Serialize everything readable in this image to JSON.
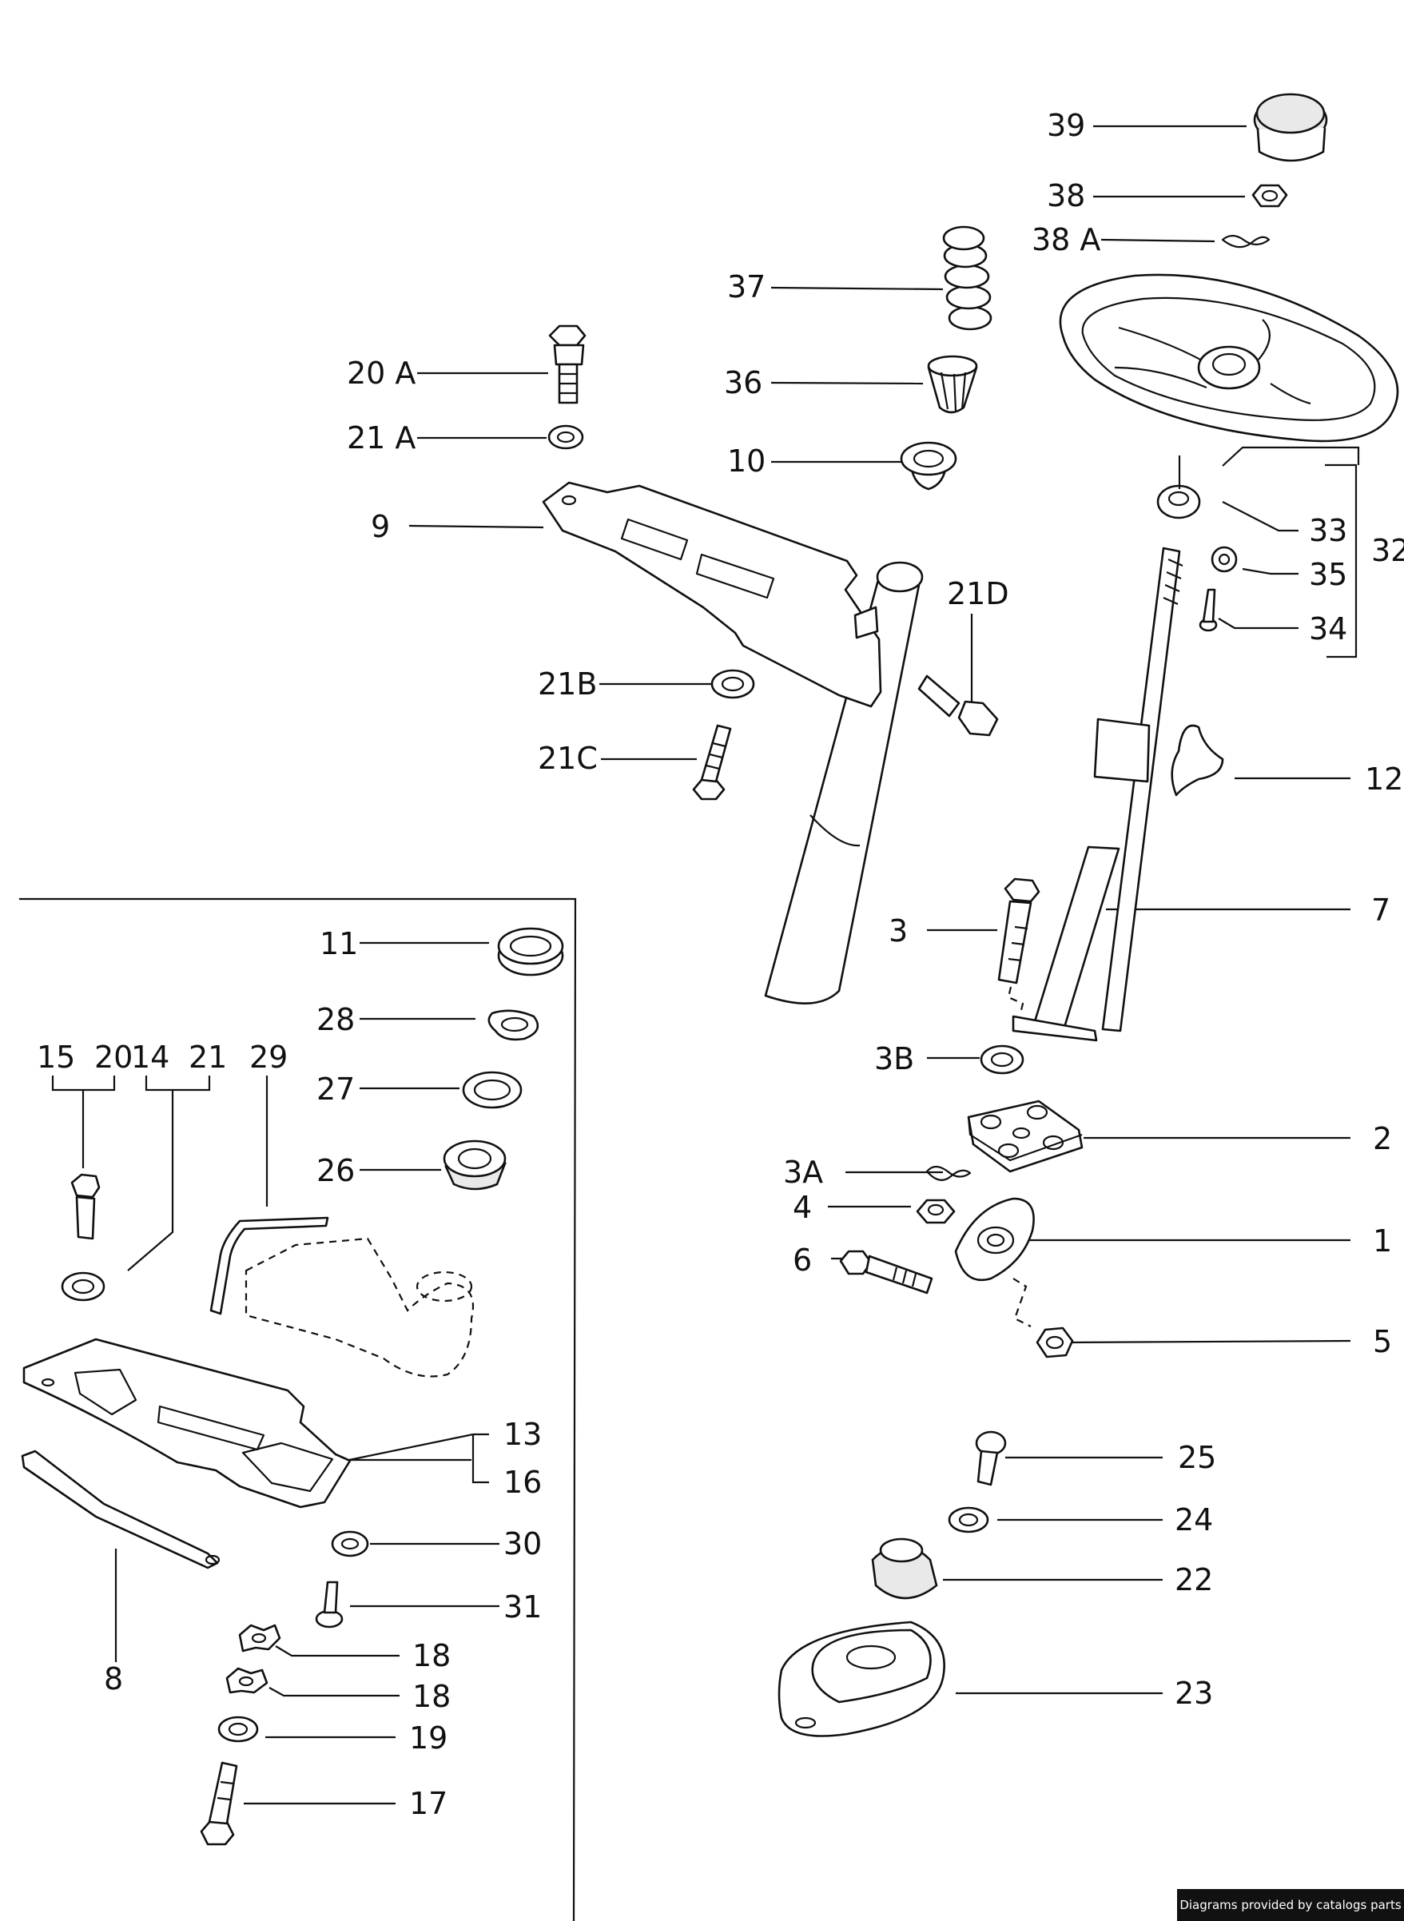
{
  "labels": {
    "l39": "39",
    "l38": "38",
    "l38a": "38 A",
    "l37": "37",
    "l36": "36",
    "l10": "10",
    "l20a": "20 A",
    "l21a": "21 A",
    "l9": "9",
    "l21d": "21D",
    "l21b": "21B",
    "l21c": "21C",
    "l33": "33",
    "l35": "35",
    "l34": "34",
    "l32": "32",
    "l12": "12",
    "l7": "7",
    "l3": "3",
    "l3b": "3B",
    "l2": "2",
    "l3a": "3A",
    "l4": "4",
    "l1": "1",
    "l6": "6",
    "l5": "5",
    "l25": "25",
    "l24": "24",
    "l22": "22",
    "l23": "23",
    "l11": "11",
    "l28": "28",
    "l27": "27",
    "l26": "26",
    "l15": "15",
    "l20": "20",
    "l14": "14",
    "l21": "21",
    "l29": "29",
    "l13": "13",
    "l16": "16",
    "l30": "30",
    "l31": "31",
    "l8": "8",
    "l18a": "18",
    "l18b": "18",
    "l19": "19",
    "l17": "17"
  },
  "credit": "Diagrams provided by catalogs parts"
}
